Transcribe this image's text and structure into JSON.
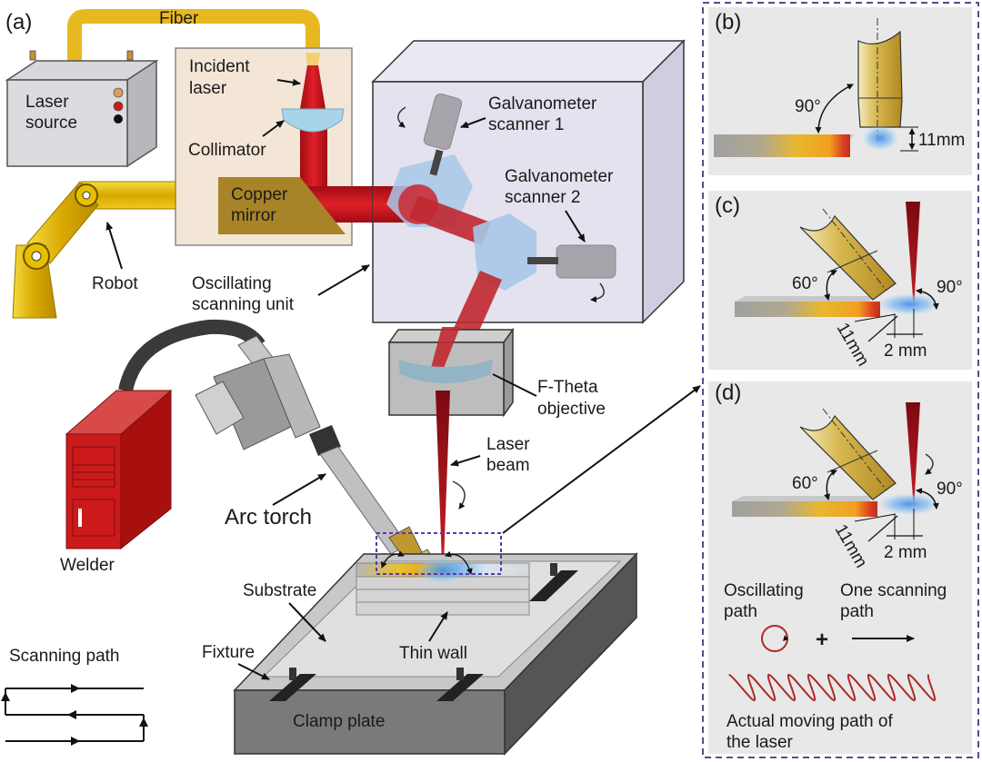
{
  "figure": {
    "panels": {
      "a": {
        "tag": "(a)"
      },
      "b": {
        "tag": "(b)",
        "angle_label": "90°",
        "distance_label": "11mm"
      },
      "c": {
        "tag": "(c)",
        "torch_angle_label": "60°",
        "laser_angle_label": "90°",
        "distance_label": "11mm",
        "offset_label": "2 mm"
      },
      "d": {
        "tag": "(d)",
        "torch_angle_label": "60°",
        "laser_angle_label": "90°",
        "distance_label": "11mm",
        "offset_label": "2 mm",
        "oscillating_path_label": [
          "Oscillating",
          "path"
        ],
        "plus_sign": "+",
        "scanning_path_label": [
          "One scanning",
          "path"
        ],
        "actual_path_label": [
          "Actual moving path of",
          "the laser"
        ]
      }
    },
    "labels": {
      "fiber": "Fiber",
      "laser_source": [
        "Laser",
        "source"
      ],
      "incident_laser": [
        "Incident",
        "laser"
      ],
      "collimator": "Collimator",
      "copper_mirror": [
        "Copper",
        "mirror"
      ],
      "galvo1": [
        "Galvanometer",
        "scanner 1"
      ],
      "galvo2": [
        "Galvanometer",
        "scanner 2"
      ],
      "robot": "Robot",
      "oscillating_unit": [
        "Oscillating",
        "scanning unit"
      ],
      "f_theta": [
        "F-Theta",
        "objective"
      ],
      "laser_beam": [
        "Laser",
        "beam"
      ],
      "arc_torch": "Arc torch",
      "welder": "Welder",
      "substrate": "Substrate",
      "thin_wall": "Thin wall",
      "fixture": "Fixture",
      "clamp_plate": "Clamp plate",
      "scanning_path": "Scanning path"
    },
    "colors": {
      "laser_red": "#c8141e",
      "fiber_gold": "#e8b820",
      "robot_gold": "#e0b400",
      "copper": "#a88428",
      "lens_blue": "#a8cce4",
      "welder_red": "#cc1a1a",
      "detail_border": "#5a4a8a",
      "path_red": "#b02828"
    }
  }
}
